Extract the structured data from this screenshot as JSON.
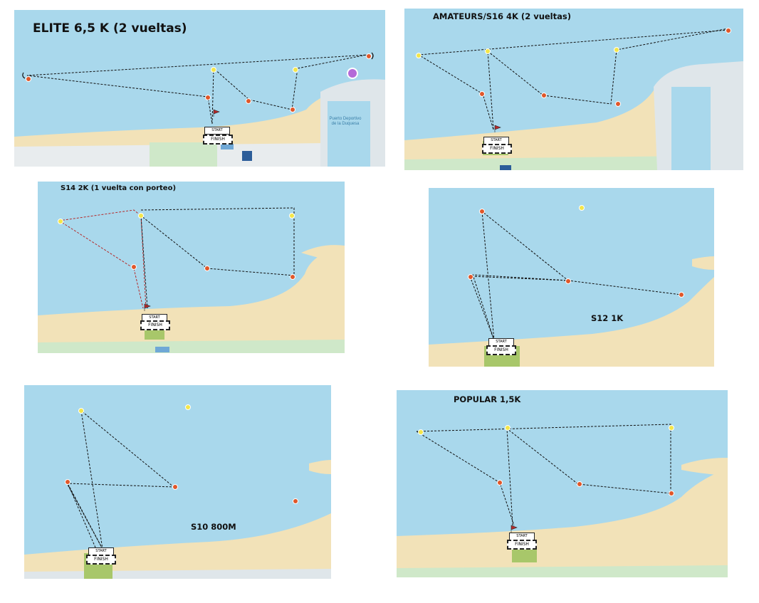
{
  "panels": [
    {
      "id": "elite",
      "title": "ELITE 6,5 K (2 vueltas)",
      "start_label": "START",
      "finish_label": "FINISH",
      "place_label": "Puerto Deportivo de la Duquesa"
    },
    {
      "id": "amateurs",
      "title": "AMATEURS/S16 4K (2 vueltas)",
      "start_label": "START",
      "finish_label": "FINISH"
    },
    {
      "id": "s14",
      "title": "S14  2K (1 vuelta con porteo)",
      "start_label": "START",
      "finish_label": "FINISH"
    },
    {
      "id": "s12",
      "title": "S12 1K",
      "start_label": "START",
      "finish_label": "FINISH"
    },
    {
      "id": "s10",
      "title": "S10 800M",
      "start_label": "START",
      "finish_label": "FINISH"
    },
    {
      "id": "popular",
      "title": "POPULAR 1,5K",
      "start_label": "START",
      "finish_label": "FINISH"
    }
  ],
  "colors": {
    "sea": "#a9d8ec",
    "sand": "#f2e2b8",
    "land": "#e8ecee",
    "park": "#cfe8c9",
    "buoy_yellow": "#f3e64a",
    "buoy_orange": "#e0572a",
    "route": "#111111",
    "route_red": "#b52a2a"
  },
  "icons": [
    "buoy-yellow-icon",
    "buoy-orange-icon",
    "flag-icon",
    "map-pin-icon"
  ]
}
